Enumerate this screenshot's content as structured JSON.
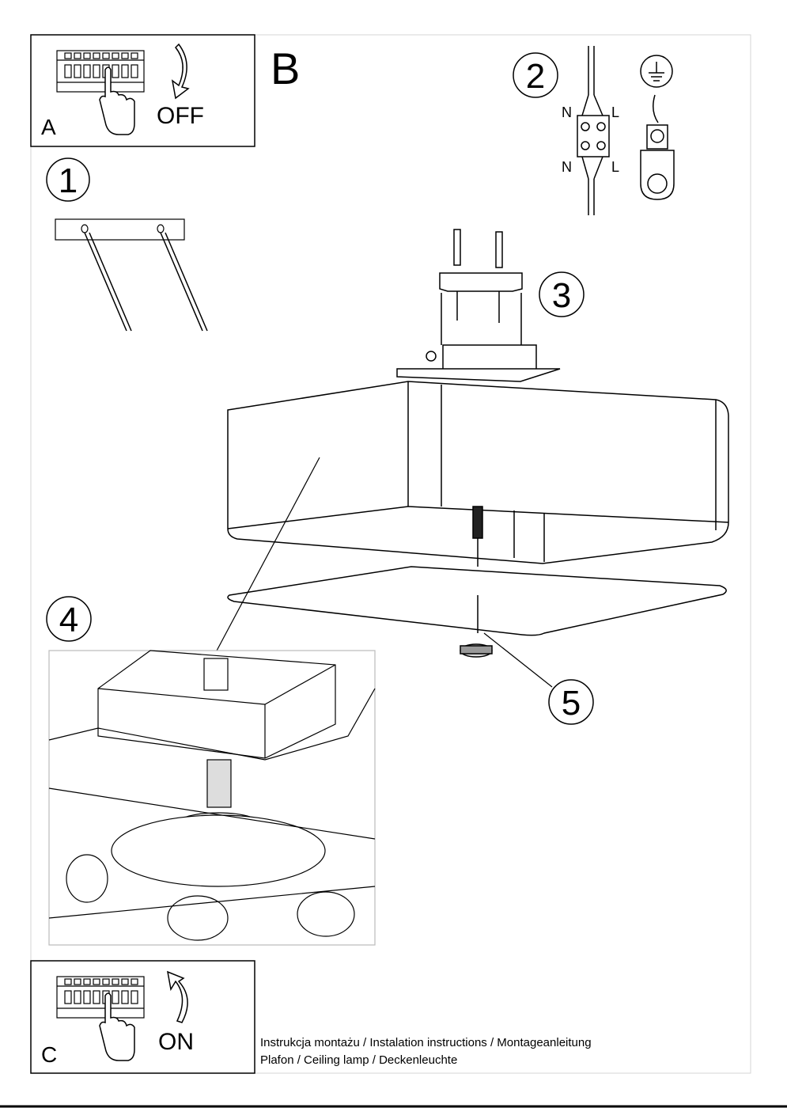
{
  "panel_a": {
    "letter": "A",
    "switch_text": "OFF"
  },
  "panel_b": {
    "letter": "B"
  },
  "panel_c": {
    "letter": "C",
    "switch_text": "ON"
  },
  "steps": [
    "1",
    "2",
    "3",
    "4",
    "5"
  ],
  "wiring": {
    "neutral_top": "N",
    "live_top": "L",
    "neutral_bottom": "N",
    "live_bottom": "L"
  },
  "footer": {
    "line1": "Instrukcja montażu / Instalation instructions / Montageanleitung",
    "line2": "Plafon / Ceiling lamp / Deckenleuchte"
  },
  "icons": [
    "circuit-breaker-icon",
    "hand-pointer-icon",
    "rotate-arrow-icon",
    "ground-symbol-icon",
    "terminal-block-icon"
  ]
}
